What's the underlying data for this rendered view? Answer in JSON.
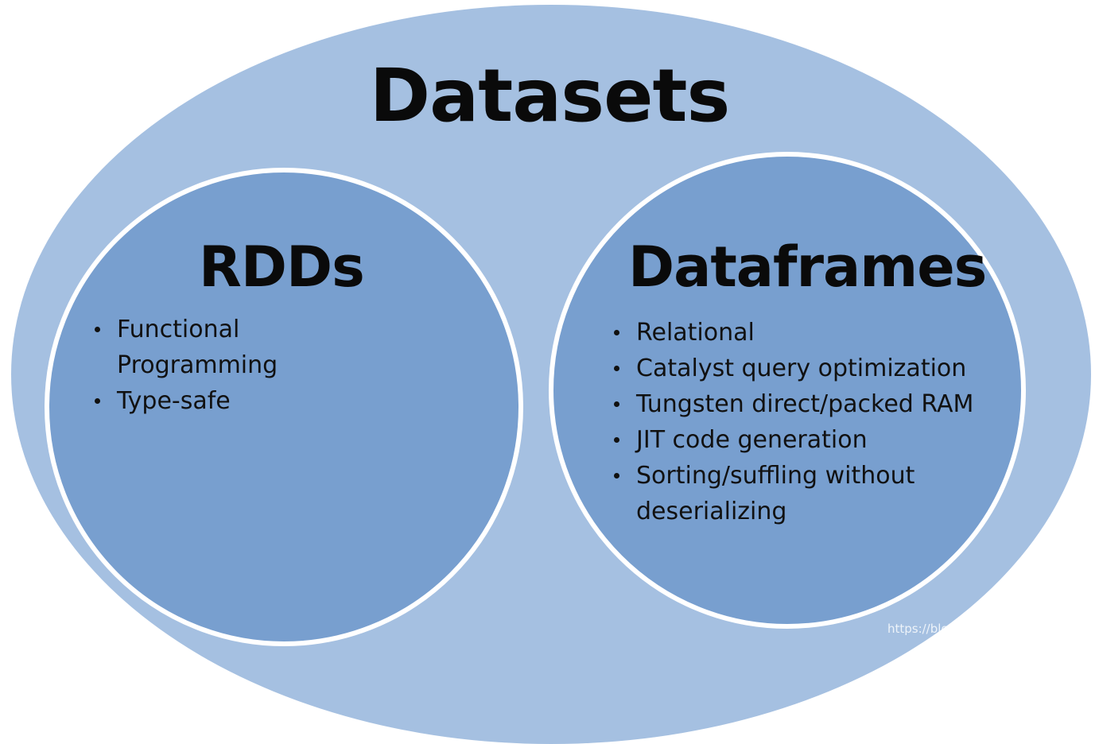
{
  "diagram": {
    "title": "Datasets",
    "left_circle": {
      "title": "RDDs",
      "items": [
        {
          "line1": "Functional",
          "line2": "Programming"
        },
        {
          "line1": "Type-safe",
          "line2": ""
        }
      ]
    },
    "right_circle": {
      "title": "Dataframes",
      "items": [
        {
          "line1": "Relational",
          "line2": ""
        },
        {
          "line1": "Catalyst query optimization",
          "line2": ""
        },
        {
          "line1": "Tungsten direct/packed RAM",
          "line2": ""
        },
        {
          "line1": "JIT code generation",
          "line2": ""
        },
        {
          "line1": "Sorting/suffling without",
          "line2": "deserializing"
        }
      ]
    }
  },
  "watermark": "https://blog.csdn.net/lightupworld",
  "colors": {
    "outer_ellipse": "#a5c0e1",
    "inner_circle": "#789fcf",
    "circle_border": "#ffffff",
    "text": "#0a0a0a"
  }
}
